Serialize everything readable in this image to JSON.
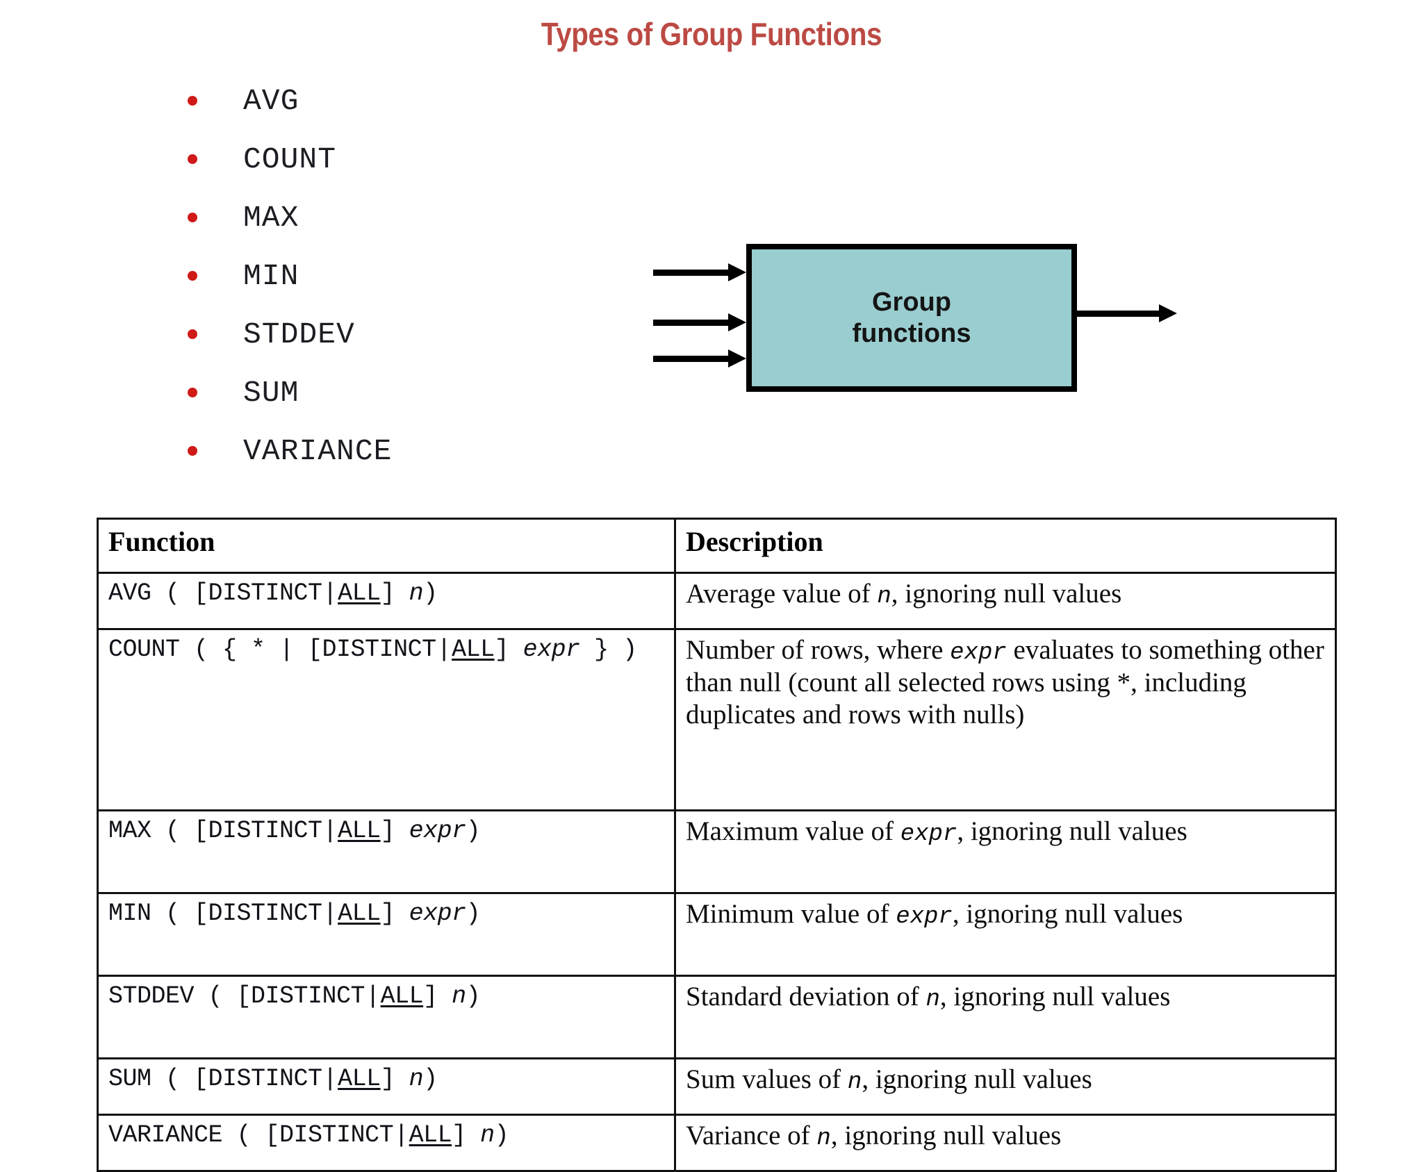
{
  "page": {
    "title": "Types of Group Functions",
    "title_color": "#bc4a44",
    "background": "#ffffff"
  },
  "function_list": {
    "bullet_color": "#cf1a18",
    "items": [
      {
        "label": "AVG"
      },
      {
        "label": "COUNT"
      },
      {
        "label": "MAX"
      },
      {
        "label": "MIN"
      },
      {
        "label": "STDDEV"
      },
      {
        "label": "SUM"
      },
      {
        "label": "VARIANCE"
      }
    ]
  },
  "diagram": {
    "box_fill": "#9acdd0",
    "box_border": "#000000",
    "box_label_line1": "Group",
    "box_label_line2": "functions",
    "input_arrow_count": 3,
    "output_arrow_count": 1
  },
  "table": {
    "columns": [
      "Function",
      "Description"
    ],
    "rows": [
      {
        "fn_prefix": "AVG ( [DISTINCT",
        "fn_bar": "|",
        "fn_all": "ALL",
        "fn_suffix": "] ",
        "fn_italic": "n",
        "fn_end": ")",
        "desc_pre": "Average value of ",
        "desc_mono": "n",
        "desc_post": ", ignoring null values"
      },
      {
        "fn_prefix": "COUNT ( { * | [DISTINCT",
        "fn_bar": "|",
        "fn_all": "ALL",
        "fn_suffix": "] ",
        "fn_italic": "expr",
        "fn_end": " } )",
        "desc_pre": "Number of rows, where ",
        "desc_mono": "expr",
        "desc_post": " evaluates to something other than null (count all selected rows using *, including duplicates and rows with nulls)"
      },
      {
        "fn_prefix": "MAX ( [DISTINCT",
        "fn_bar": "|",
        "fn_all": "ALL",
        "fn_suffix": "] ",
        "fn_italic": "expr",
        "fn_end": ")",
        "desc_pre": "Maximum value of ",
        "desc_mono": "expr",
        "desc_post": ", ignoring null values"
      },
      {
        "fn_prefix": "MIN ( [DISTINCT",
        "fn_bar": "|",
        "fn_all": "ALL",
        "fn_suffix": "] ",
        "fn_italic": "expr",
        "fn_end": ")",
        "desc_pre": "Minimum value of ",
        "desc_mono": "expr",
        "desc_post": ", ignoring null values"
      },
      {
        "fn_prefix": "STDDEV ( [DISTINCT",
        "fn_bar": "|",
        "fn_all": "ALL",
        "fn_suffix": "] ",
        "fn_italic": "n",
        "fn_end": ")",
        "desc_pre": "Standard deviation of ",
        "desc_mono": "n",
        "desc_post": ", ignoring null values"
      },
      {
        "fn_prefix": "SUM ( [DISTINCT",
        "fn_bar": "|",
        "fn_all": "ALL",
        "fn_suffix": "] ",
        "fn_italic": "n",
        "fn_end": ")",
        "desc_pre": "Sum values of ",
        "desc_mono": "n",
        "desc_post": ", ignoring null values"
      },
      {
        "fn_prefix": "VARIANCE ( [DISTINCT",
        "fn_bar": "|",
        "fn_all": "ALL",
        "fn_suffix": "] ",
        "fn_italic": "n",
        "fn_end": ")",
        "desc_pre": "Variance of ",
        "desc_mono": "n",
        "desc_post": ", ignoring null values"
      }
    ]
  }
}
